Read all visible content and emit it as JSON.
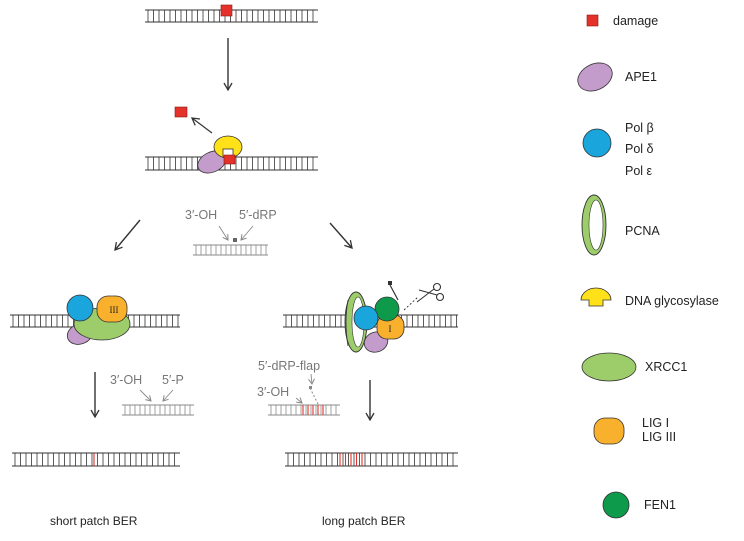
{
  "colors": {
    "damage": "#e4322b",
    "ape1": "#c39ccb",
    "pol": "#1aa5dd",
    "pcna": "#9dcd6a",
    "glycosylase": "#ffe11a",
    "xrcc1": "#9dcd6a",
    "lig": "#f9b02d",
    "fen1": "#0e9a4b",
    "dna": "#333333",
    "intermediate": "#8a8a8a",
    "patch": "#e4322b"
  },
  "labels": {
    "oh_3": "3′-OH",
    "drp_5": "5′-dRP",
    "oh_3_short": "3′-OH",
    "p_5": "5′-P",
    "drp_flap": "5′-dRP-flap",
    "oh_3_long": "3′-OH",
    "lig3_mark": "III",
    "lig1_mark": "I",
    "short_patch": "short patch BER",
    "long_patch": "long patch BER"
  },
  "legend": {
    "damage": "damage",
    "ape1": "APE1",
    "pols": [
      "Pol β",
      "Pol δ",
      "Pol ε"
    ],
    "pcna": "PCNA",
    "glycosylase": "DNA glycosylase",
    "xrcc1": "XRCC1",
    "ligs": [
      "LIG I",
      "LIG III"
    ],
    "fen1": "FEN1"
  }
}
